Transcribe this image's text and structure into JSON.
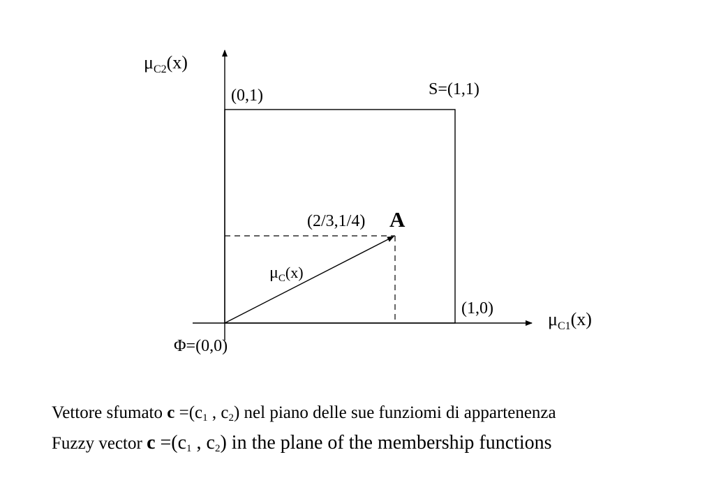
{
  "diagram": {
    "y_axis_label": {
      "mu": "μ",
      "sub": "C2",
      "arg": "(x)"
    },
    "x_axis_label": {
      "mu": "μ",
      "sub": "C1",
      "arg": "(x)"
    },
    "corner_top_left": "(0,1)",
    "corner_top_right": "S=(1,1)",
    "corner_bottom_right": "(1,0)",
    "origin": "Φ=(0,0)",
    "point_coords": "(2/3,1/4)",
    "point_name": "A",
    "vector_label": {
      "mu": "μ",
      "sub": "C",
      "arg": "(x)"
    }
  },
  "caption": {
    "line1": {
      "before": "Vettore sfumato ",
      "bold": "c",
      "eq": " =(c",
      "sub1": "1",
      "mid": " , c",
      "sub2": "2",
      "after": ")  nel piano delle sue funziomi di appartenenza"
    },
    "line2": {
      "before": "Fuzzy vector ",
      "bold": "c",
      "eq": " =(c",
      "sub1": "1",
      "mid": " , c",
      "sub2": "2",
      "after": ") in the plane of the membership functions"
    }
  }
}
